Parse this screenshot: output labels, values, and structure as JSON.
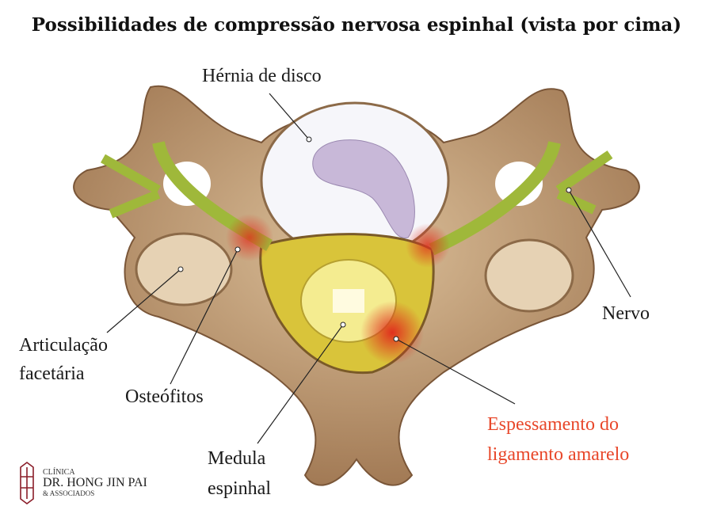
{
  "title": "Possibilidades de compressão nervosa espinhal (vista por cima)",
  "labels": {
    "hernia": "Hérnia de disco",
    "nervo": "Nervo",
    "articulacao_1": "Articulação",
    "articulacao_2": "facetária",
    "osteofitos": "Osteófitos",
    "medula_1": "Medula",
    "medula_2": "espinhal",
    "espessamento_1": "Espessamento do",
    "espessamento_2": "ligamento amarelo"
  },
  "colors": {
    "highlight_label": "#e8472a",
    "bone": "#c9a27a",
    "nerve": "#9fb83a",
    "canal": "#d9c43a",
    "inflammation": "#e0301e"
  },
  "logo": {
    "line1": "CLÍNICA",
    "line2": "DR. HONG JIN PAI",
    "line3": "& ASSOCIADOS"
  }
}
